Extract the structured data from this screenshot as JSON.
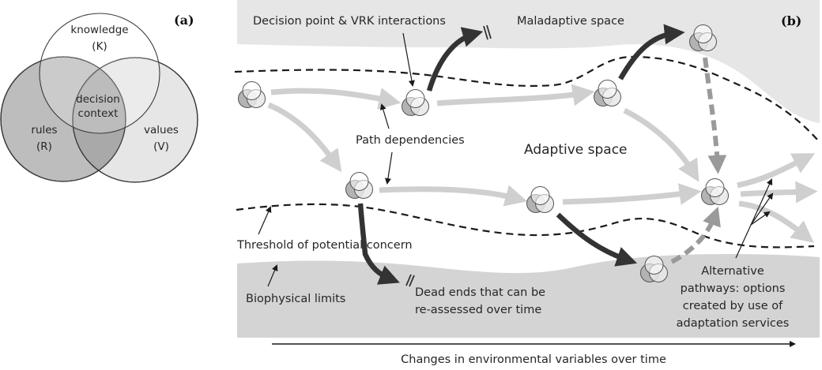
{
  "panel_a": {
    "label": "(a)",
    "circles": {
      "knowledge": {
        "line1": "knowledge",
        "line2": "(K)"
      },
      "rules": {
        "line1": "rules",
        "line2": "(R)"
      },
      "values": {
        "line1": "values",
        "line2": "(V)"
      },
      "center": {
        "line1": "decision",
        "line2": "context"
      }
    },
    "colors": {
      "knowledge_fill": "#ffffff",
      "rules_fill": "#bdbdbd",
      "values_fill": "#e6e6e6",
      "overlap_fill": "#a9a9a9",
      "stroke": "#3a3a3a"
    }
  },
  "panel_b": {
    "label": "(b)",
    "regions": {
      "maladaptive": "Maladaptive space",
      "adaptive": "Adaptive space",
      "biophysical": "Biophysical limits"
    },
    "annotations": {
      "decision_point": "Decision point & VRK interactions",
      "path_dependencies": "Path dependencies",
      "threshold": "Threshold of potential concern",
      "dead_ends_line1": "Dead ends that can be",
      "dead_ends_line2": "re-assessed over time",
      "alt_line1": "Alternative",
      "alt_line2": "pathways: options",
      "alt_line3": "created by use of",
      "alt_line4": "adaptation services"
    },
    "x_axis_label": "Changes in environmental variables over time",
    "colors": {
      "region_fill_top": "#e6e6e6",
      "region_fill_bottom": "#d4d4d4",
      "path_light": "#cfcfcf",
      "path_dark": "#333333",
      "path_dashed": "#9a9a9a",
      "threshold_line": "#1a1a1a"
    },
    "legend_semantics": {
      "light_arrow": "adaptive pathway",
      "dark_arrow": "maladaptive / dead-end pathway",
      "dashed_arrow": "re-assessed pathway back to adaptive space",
      "dead_end_marker": "double-slash terminator"
    }
  }
}
